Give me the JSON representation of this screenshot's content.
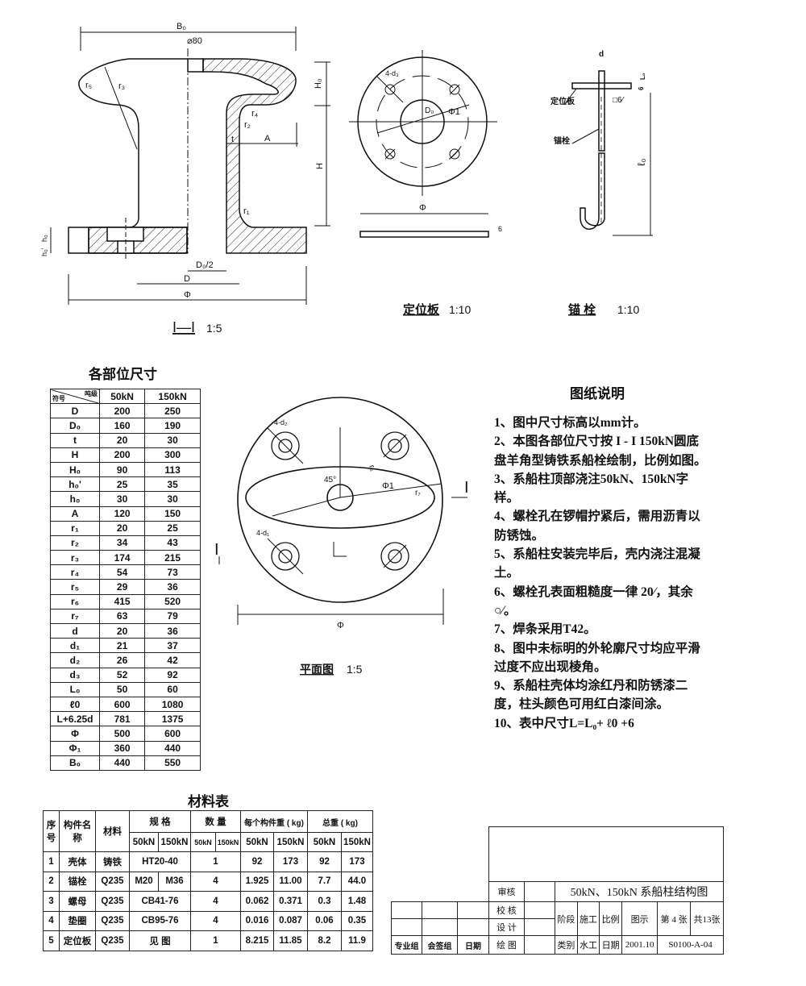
{
  "section_view": {
    "labels": {
      "B0": "B₀",
      "d80": "⌀80",
      "H0": "H₀",
      "H": "H",
      "A": "A",
      "t": "t",
      "r1": "r₁",
      "r2": "r₂",
      "r3": "r₃",
      "r4": "r₄",
      "r5": "r₅",
      "h0": "h₀",
      "h0p": "h₀'",
      "D0_2": "D₀/2",
      "D": "D",
      "Phi": "Φ"
    },
    "title": "I—I",
    "scale": "1:5"
  },
  "plate_view": {
    "labels": {
      "holes": "4-d₃",
      "D0": "D₀",
      "Phi1": "Φ1",
      "Phi": "Φ",
      "t": "6"
    },
    "title": "定位板",
    "scale": "1:10"
  },
  "bolt_view": {
    "labels": {
      "d": "d",
      "plate": "定位板",
      "bolt": "锚栓",
      "l0": "ℓ₀",
      "L0": "L₀",
      "weld": "□6⁄",
      "t": "6"
    },
    "title": "锚  栓",
    "scale": "1:10"
  },
  "plan_view": {
    "labels": {
      "holes_top": "4-d₂",
      "holes_bot": "4-d₁",
      "angle": "45°",
      "r6": "r₆",
      "Phi1": "Φ1",
      "r7": "r₇",
      "Phi": "Φ",
      "sec1": "I",
      "sec2": "I"
    },
    "title": "平面图",
    "scale": "1:5"
  },
  "dim_table": {
    "title": "各部位尺寸",
    "header": {
      "corner_top": "吨级",
      "corner_bottom": "符号",
      "c1": "50kN",
      "c2": "150kN"
    },
    "rows": [
      [
        "D",
        "200",
        "250"
      ],
      [
        "D₀",
        "160",
        "190"
      ],
      [
        "t",
        "20",
        "30"
      ],
      [
        "H",
        "200",
        "300"
      ],
      [
        "H₀",
        "90",
        "113"
      ],
      [
        "h₀'",
        "25",
        "35"
      ],
      [
        "h₀",
        "30",
        "30"
      ],
      [
        "A",
        "120",
        "150"
      ],
      [
        "r₁",
        "20",
        "25"
      ],
      [
        "r₂",
        "34",
        "43"
      ],
      [
        "r₃",
        "174",
        "215"
      ],
      [
        "r₄",
        "54",
        "73"
      ],
      [
        "r₅",
        "29",
        "36"
      ],
      [
        "r₆",
        "415",
        "520"
      ],
      [
        "r₇",
        "63",
        "79"
      ],
      [
        "d",
        "20",
        "36"
      ],
      [
        "d₁",
        "21",
        "37"
      ],
      [
        "d₂",
        "26",
        "42"
      ],
      [
        "d₃",
        "52",
        "92"
      ],
      [
        "L₀",
        "50",
        "60"
      ],
      [
        "ℓ0",
        "600",
        "1080"
      ],
      [
        "L+6.25d",
        "781",
        "1375"
      ],
      [
        "Φ",
        "500",
        "600"
      ],
      [
        "Φ₁",
        "360",
        "440"
      ],
      [
        "B₀",
        "440",
        "550"
      ]
    ]
  },
  "notes": {
    "title": "图纸说明",
    "items": [
      "1、图中尺寸标高以mm计。",
      "2、本图各部位尺寸按 I - I 150kN圆底盘羊角型铸铁系船栓绘制，比例如图。",
      "3、系船柱顶部浇注50kN、150kN字样。",
      "4、螺栓孔在锣帽拧紧后，需用沥青以防锈蚀。",
      "5、系船柱安装完毕后，壳内浇注混凝土。",
      "6、螺栓孔表面粗糙度一律 20⁄，其余 ○⁄。",
      "7、焊条采用T42。",
      "8、图中未标明的外轮廓尺寸均应平滑过度不应出现棱角。",
      "9、系船柱壳体均涂红丹和防锈漆二度，柱头颜色可用红白漆间涂。",
      "10、表中尺寸L=L₀+ ℓ0 +6"
    ]
  },
  "material_table": {
    "title": "材料表",
    "header": {
      "no": "序号",
      "name": "构件名称",
      "material": "材料",
      "spec": "规  格",
      "qty": "数  量",
      "unit_wt": "每个构件重 ( kg)",
      "total_wt": "总重 ( kg)",
      "k50": "50kN",
      "k150": "150kN"
    },
    "rows": [
      {
        "no": "1",
        "name": "壳体",
        "material": "铸铁",
        "spec": "HT20-40",
        "qty": "1",
        "w50": "92",
        "w150": "173",
        "t50": "92",
        "t150": "173"
      },
      {
        "no": "2",
        "name": "锚栓",
        "material": "Q235",
        "spec50": "M20",
        "spec150": "M36",
        "qty": "4",
        "w50": "1.925",
        "w150": "11.00",
        "t50": "7.7",
        "t150": "44.0"
      },
      {
        "no": "3",
        "name": "螺母",
        "material": "Q235",
        "spec": "CB41-76",
        "qty": "4",
        "w50": "0.062",
        "w150": "0.371",
        "t50": "0.3",
        "t150": "1.48"
      },
      {
        "no": "4",
        "name": "垫圈",
        "material": "Q235",
        "spec": "CB95-76",
        "qty": "4",
        "w50": "0.016",
        "w150": "0.087",
        "t50": "0.06",
        "t150": "0.35"
      },
      {
        "no": "5",
        "name": "定位板",
        "material": "Q235",
        "spec": "见  图",
        "qty": "1",
        "w50": "8.215",
        "w150": "11.85",
        "t50": "8.2",
        "t150": "11.9"
      }
    ]
  },
  "title_block": {
    "review": "审核",
    "check": "校 核",
    "design": "设 计",
    "draw": "绘 图",
    "drawing_title": "50kN、150kN 系船柱结构图",
    "stage_label": "阶段",
    "stage": "施工",
    "scale_label": "比例",
    "scale": "图示",
    "sheet": "第 4 张",
    "total": "共13张",
    "category_label": "类别",
    "category": "水工",
    "date_label": "日期",
    "date": "2001.10",
    "drawing_no": "S0100-A-04",
    "sign_group": "专业组",
    "countersign": "会签组",
    "sign_date": "日期"
  }
}
